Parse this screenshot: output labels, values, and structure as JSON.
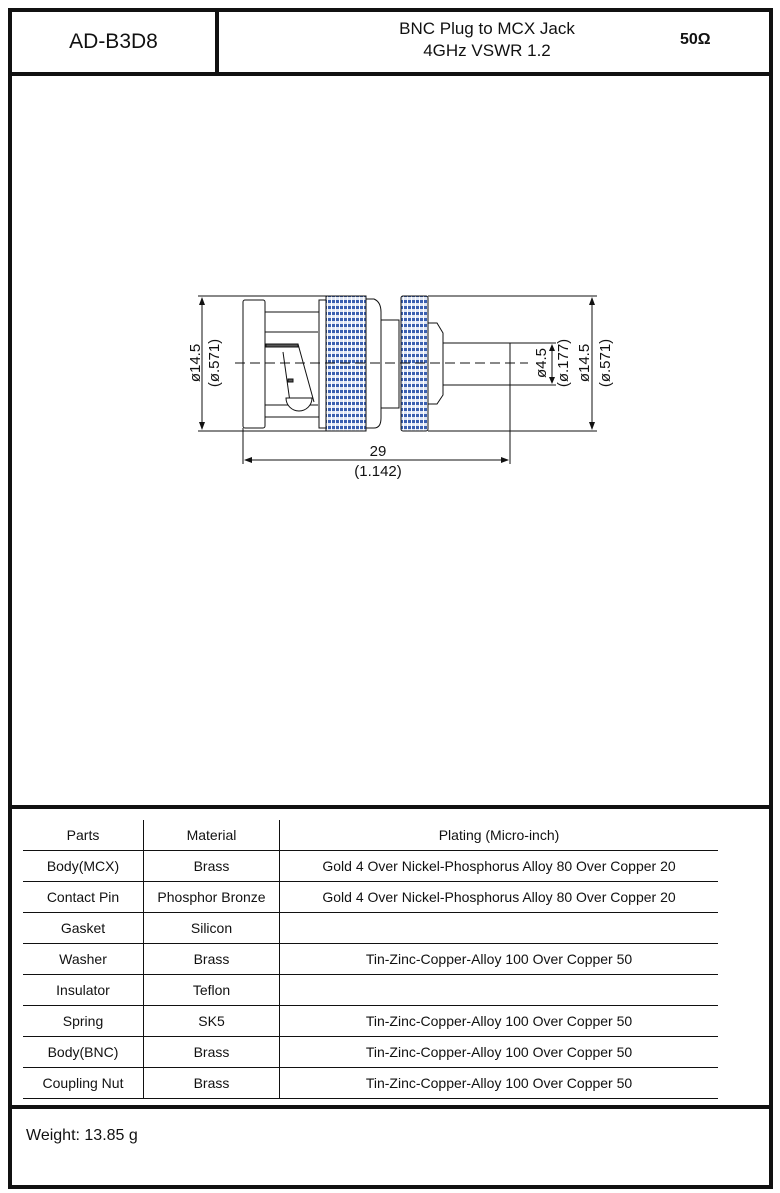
{
  "header": {
    "part_number": "AD-B3D8",
    "title_line1": "BNC Plug to MCX Jack",
    "title_line2": "4GHz VSWR 1.2",
    "impedance": "50Ω"
  },
  "drawing": {
    "left_dia": "ø14.5",
    "left_dia_in": "(ø.571)",
    "pin_dia": "ø4.5",
    "pin_dia_in": "(ø.177)",
    "right_dia": "ø14.5",
    "right_dia_in": "(ø.571)",
    "length": "29",
    "length_in": "(1.142)",
    "knurl_color": "#3a5fb0"
  },
  "table": {
    "headers": [
      "Parts",
      "Material",
      "Plating (Micro-inch)"
    ],
    "rows": [
      [
        "Body(MCX)",
        "Brass",
        "Gold 4 Over Nickel-Phosphorus Alloy 80 Over Copper 20"
      ],
      [
        "Contact Pin",
        "Phosphor Bronze",
        "Gold 4 Over Nickel-Phosphorus Alloy 80 Over Copper 20"
      ],
      [
        "Gasket",
        "Silicon",
        ""
      ],
      [
        "Washer",
        "Brass",
        "Tin-Zinc-Copper-Alloy 100 Over Copper 50"
      ],
      [
        "Insulator",
        "Teflon",
        ""
      ],
      [
        "Spring",
        "SK5",
        "Tin-Zinc-Copper-Alloy 100 Over Copper 50"
      ],
      [
        "Body(BNC)",
        "Brass",
        "Tin-Zinc-Copper-Alloy 100 Over Copper 50"
      ],
      [
        "Coupling Nut",
        "Brass",
        "Tin-Zinc-Copper-Alloy 100 Over Copper 50"
      ]
    ]
  },
  "footer": {
    "weight": "Weight:  13.85 g"
  }
}
